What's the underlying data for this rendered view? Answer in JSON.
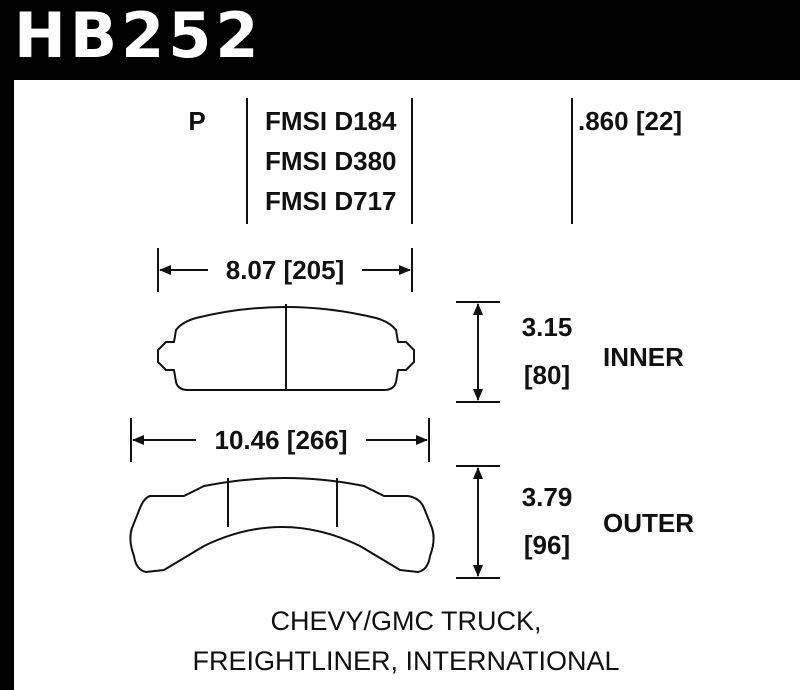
{
  "header": {
    "part_number": "HB252"
  },
  "spec": {
    "position": "P",
    "fmsi_numbers": [
      "FMSI D184",
      "FMSI D380",
      "FMSI D717"
    ],
    "thickness": ".860 [22]"
  },
  "inner_pad": {
    "length_label": "8.07 [205]",
    "height_label": "3.15",
    "height_metric": "[80]",
    "side_label": "INNER"
  },
  "outer_pad": {
    "length_label": "10.46 [266]",
    "height_label": "3.79",
    "height_metric": "[96]",
    "side_label": "OUTER"
  },
  "applications": [
    "CHEVY/GMC TRUCK,",
    "FREIGHTLINER, INTERNATIONAL"
  ],
  "colors": {
    "background": "#000000",
    "panel": "#ffffff",
    "ink": "#111111"
  }
}
